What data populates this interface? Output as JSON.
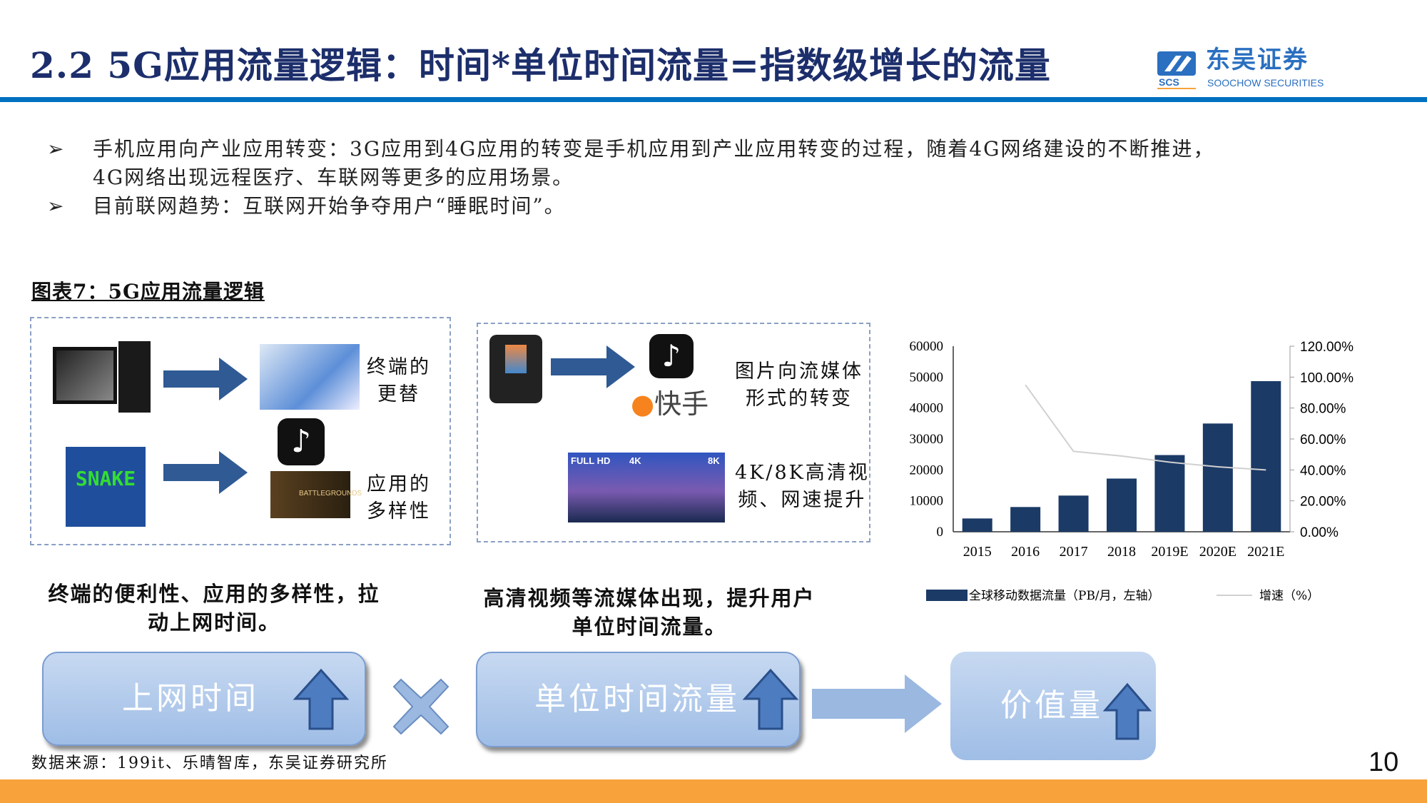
{
  "header": {
    "title": "2.2 5G应用流量逻辑：时间*单位时间流量=指数级增长的流量",
    "logo_cn": "东吴证券",
    "logo_abbr": "SCS",
    "logo_en": "SOOCHOW SECURITIES"
  },
  "bullets": [
    {
      "line1": "手机应用向产业应用转变：3G应用到4G应用的转变是手机应用到产业应用转变的过程，随着4G网络建设的不断推进，",
      "line2": "4G网络出现远程医疗、车联网等更多的应用场景。"
    },
    {
      "line1": "目前联网趋势：互联网开始争夺用户“睡眠时间”。"
    }
  ],
  "figure_caption": "图表7：5G应用流量逻辑",
  "left_panel": {
    "label1_a": "终端的",
    "label1_b": "更替",
    "label2_a": "应用的",
    "label2_b": "多样性",
    "snake_text": "SNAKE",
    "pubg_text": "BATTLEGROUNDS"
  },
  "mid_panel": {
    "label1_a": "图片向流媒体",
    "label1_b": "形式的转变",
    "kuaishou": "快手",
    "label2_a": "4K/8K高清视",
    "label2_b": "频、网速提升",
    "res": [
      "FULL HD",
      "4K",
      "8K"
    ]
  },
  "captions": {
    "left_a": "终端的便利性、应用的多样性，拉",
    "left_b": "动上网时间。",
    "mid_a": "高清视频等流媒体出现，提升用户",
    "mid_b": "单位时间流量。"
  },
  "flow": {
    "box1": "上网时间",
    "box2": "单位时间流量",
    "box3": "价值量"
  },
  "source": "数据来源：199it、乐晴智库，东吴证券研究所",
  "page_number": "10",
  "colors": {
    "title": "#1c2e6b",
    "rule": "#0070c0",
    "bar": "#1b3a66",
    "line": "#d0d0d0",
    "footer": "#f7a23b"
  },
  "chart_data": {
    "type": "bar+line",
    "categories": [
      "2015",
      "2016",
      "2017",
      "2018",
      "2019E",
      "2020E",
      "2021E"
    ],
    "series": [
      {
        "name": "全球移动数据流量（PB/月，左轴）",
        "type": "bar",
        "axis": "left",
        "values": [
          4300,
          8000,
          11700,
          17200,
          24800,
          35000,
          48700
        ]
      },
      {
        "name": "增速（%）",
        "type": "line",
        "axis": "right",
        "values": [
          null,
          95,
          52,
          49,
          45,
          42,
          40
        ]
      }
    ],
    "yleft": {
      "min": 0,
      "max": 60000,
      "ticks": [
        "0",
        "10000",
        "20000",
        "30000",
        "40000",
        "50000",
        "60000"
      ]
    },
    "yright": {
      "min": 0,
      "max": 120,
      "ticks": [
        "0.00%",
        "20.00%",
        "40.00%",
        "60.00%",
        "80.00%",
        "100.00%",
        "120.00%"
      ]
    },
    "legend": "bottom",
    "grid": false
  }
}
